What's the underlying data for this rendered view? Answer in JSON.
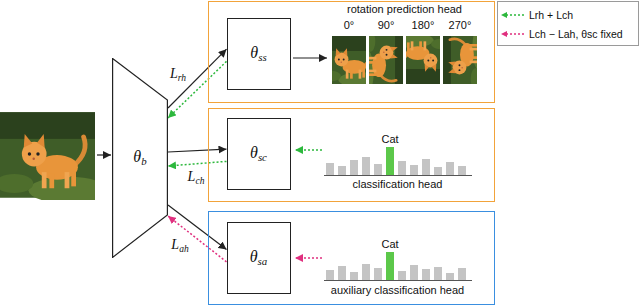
{
  "diagram": {
    "nodes": [
      {
        "text": [
          "θb"
        ]
      },
      {
        "text": [
          "rotation prediction head"
        ]
      },
      {
        "text": [
          "θss"
        ],
        "in": 1
      },
      {
        "text": [
          "classification head"
        ]
      },
      {
        "text": [
          "θsc"
        ],
        "in": 3
      },
      {
        "text": [
          "auxiliary classification head"
        ]
      },
      {
        "text": [
          "θsa"
        ],
        "in": 5
      }
    ],
    "edges": [
      {
        "from": 0,
        "to": 2,
        "arrow": "to"
      },
      {
        "from": 0,
        "to": 4,
        "arrow": "to"
      },
      {
        "from": 0,
        "to": 6,
        "arrow": "to"
      },
      {
        "from": 2,
        "to": 0,
        "label": "Lrh",
        "arrow": "to"
      },
      {
        "from": 4,
        "to": 0,
        "label": "Lch",
        "arrow": "to"
      },
      {
        "from": 6,
        "to": 0,
        "label": "Lah",
        "arrow": "to"
      }
    ],
    "labels": [
      "0°",
      "90°",
      "180°",
      "270°",
      "Cat",
      "Cat"
    ],
    "legend": [
      {
        "text": "Lrh + Lch"
      },
      {
        "text": "Lch − Lah, θsc fixed"
      }
    ]
  }
}
